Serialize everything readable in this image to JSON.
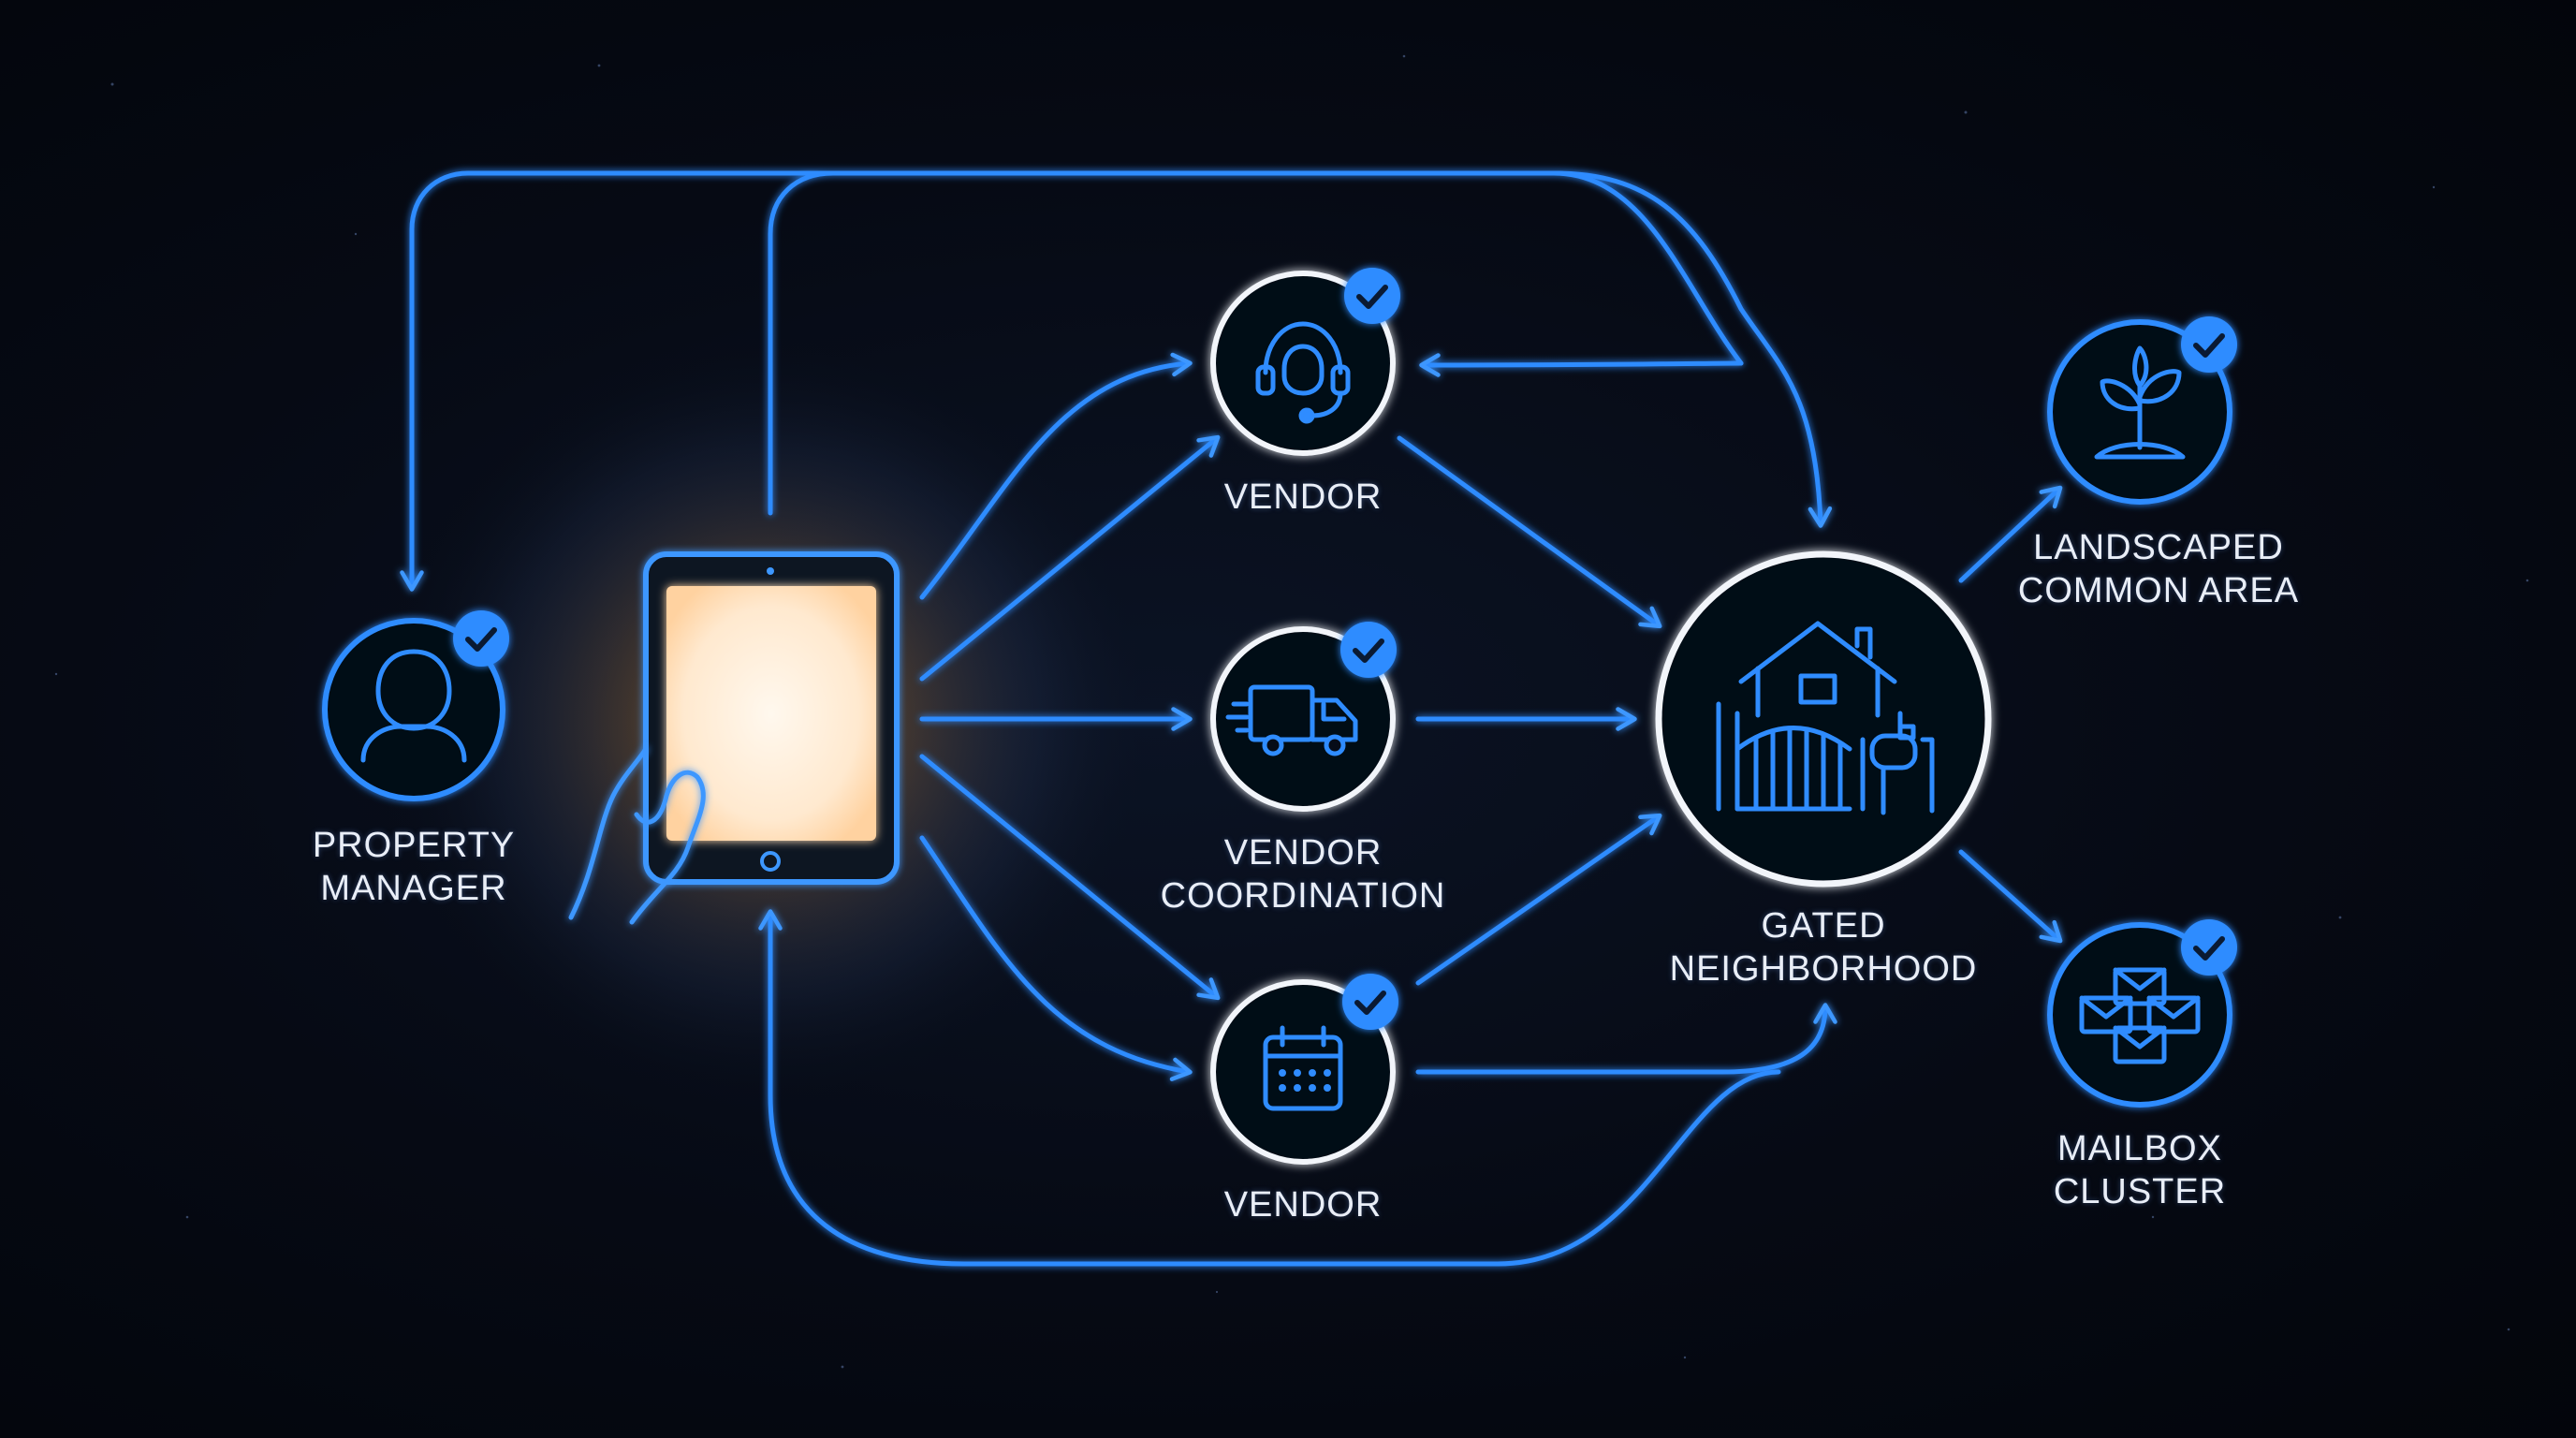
{
  "colors": {
    "background": "#05080f",
    "accent_blue": "#2f8cff",
    "node_outline_white": "#f2f5fa",
    "screen_glow": "#fff1dc",
    "text": "#e9eef7"
  },
  "nodes": {
    "property_manager": {
      "line1": "PROPERTY",
      "line2": "MANAGER",
      "icon": "person-icon",
      "verified": true
    },
    "tablet": {
      "icon": "tablet-in-hand-icon"
    },
    "vendor_support": {
      "line1": "VENDOR",
      "icon": "headset-icon",
      "verified": true
    },
    "vendor_coordination": {
      "line1": "VENDOR",
      "line2": "COORDINATION",
      "icon": "delivery-truck-icon",
      "verified": true
    },
    "vendor_schedule": {
      "line1": "VENDOR",
      "icon": "calendar-icon",
      "verified": true
    },
    "gated_neighborhood": {
      "line1": "GATED",
      "line2": "NEIGHBORHOOD",
      "icon": "house-gate-mailbox-icon"
    },
    "landscaped_common_area": {
      "line1": "LANDSCAPED",
      "line2": "COMMON AREA",
      "icon": "sprout-icon",
      "verified": true
    },
    "mailbox_cluster": {
      "line1": "MAILBOX",
      "line2": "CLUSTER",
      "icon": "envelopes-icon",
      "verified": true
    }
  }
}
